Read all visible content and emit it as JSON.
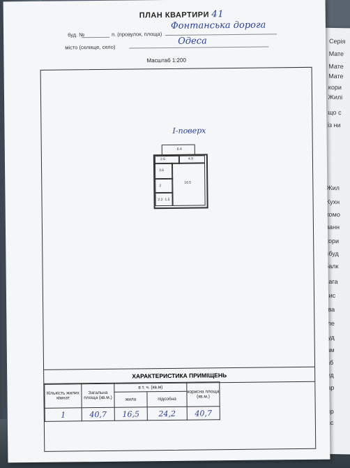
{
  "header": {
    "title": "ПЛАН КВАРТИРИ",
    "apartment_no": "41",
    "building_label": "буд. №",
    "street_label": "п. (провулок, площа)",
    "street_value": "Фонтанська дорога",
    "city_label": "місто (селище, село)",
    "city_value": "Одеса",
    "scale": "Масштаб 1:200"
  },
  "plan": {
    "floor_label": "I-поверх",
    "rooms": [
      "6.4",
      "2.6",
      "2.2",
      "3.6",
      "2",
      "16.5",
      "4.9",
      "1.5"
    ]
  },
  "characteristics": {
    "heading": "ХАРАКТЕРИСТИКА ПРИМІЩЕНЬ",
    "col_rooms": "Кількість жилих кімнат",
    "col_total": "Загальна площа (кв.м.)",
    "col_incl": "в т. ч. (кв.м)",
    "col_living": "жила",
    "col_aux": "підсобна",
    "col_useful": "корисна площа (кв.м.)",
    "row": {
      "rooms": "1",
      "total": "40,7",
      "living": "16,5",
      "aux": "24,2",
      "useful": "40,7"
    }
  },
  "side_sheet": {
    "lines": [
      "Серія",
      "Мате",
      "Мате",
      "Мате",
      "кори",
      "Жилі",
      "що с",
      "із ни",
      "Жил",
      "Кухн",
      "комо",
      "ванн",
      "кори",
      "вбуд",
      "балк",
      "Зага",
      "Вис",
      "Ква",
      "еле",
      "Буд",
      "зам",
      "каб",
      "Буд",
      "Вар",
      "Дир",
      "Пас"
    ]
  }
}
